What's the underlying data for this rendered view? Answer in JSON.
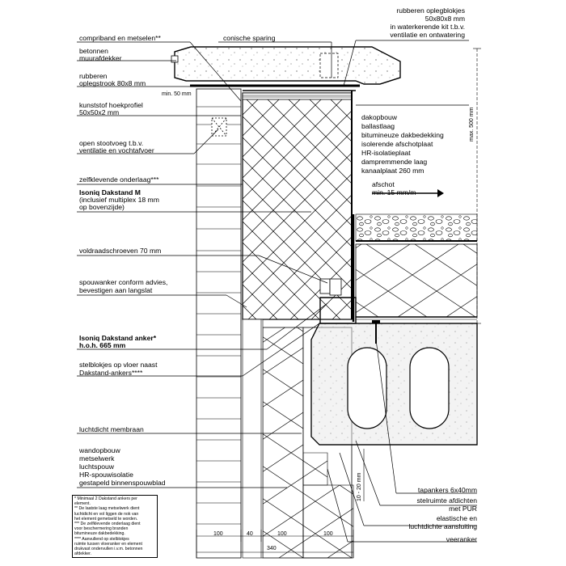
{
  "labels_left": {
    "compriband": "compriband en metselen**",
    "betonnen_1": "betonnen",
    "betonnen_2": "muurafdekker",
    "rubberen_1": "rubberen",
    "rubberen_2": "oplegstrook 80x8 mm",
    "kunststof_1": "kunststof hoekprofiel",
    "kunststof_2": "50x50x2 mm",
    "open_1": "open stootvoeg t.b.v.",
    "open_2": "ventilatie en vochtafvoer",
    "zelfklevend": "zelfklevende onderlaag***",
    "isoniq_m_1": "Isoniq Dakstand M",
    "isoniq_m_2": "(inclusief multiplex 18 mm",
    "isoniq_m_3": "op bovenzijde)",
    "voldraad": "voldraadschroeven 70 mm",
    "spouw_1": "spouwanker conform advies,",
    "spouw_2": "bevestigen aan langslat",
    "anker_1": "Isoniq Dakstand anker*",
    "anker_2": "h.o.h. 665 mm",
    "stel_1": "stelblokjes op vloer naast",
    "stel_2": "Dakstand-ankers****",
    "luchtdicht": "luchtdicht membraan",
    "wand_1": "wandopbouw",
    "wand_2": "metselwerk",
    "wand_3": "luchtspouw",
    "wand_4": "HR-spouwisolatie",
    "wand_5": "gestapeld binnenspouwblad"
  },
  "labels_top": {
    "conisch": "conische sparing",
    "rub_1": "rubberen oplegblokjes",
    "rub_2": "50x80x8 mm",
    "rub_3": "in waterkerende kit t.b.v.",
    "rub_4": "ventilatie en ontwatering"
  },
  "labels_right": {
    "dak_1": "dakopbouw",
    "dak_2": "ballastlaag",
    "dak_3": "bitumineuze dakbedekking",
    "dak_4": "isolerende afschotplaat",
    "dak_5": "HR-isolatieplaat",
    "dak_6": "dampremmende laag",
    "dak_7": "kanaalplaat 260 mm",
    "afschot_1": "afschot",
    "afschot_2": "min. 15 mm/m",
    "tapankers": "tapankers 6x40mm",
    "stelr_1": "stelruimte afdichten",
    "stelr_2": "met PUR",
    "elast_1": "elastische en",
    "elast_2": "luchtdichte aansluiting",
    "veeranker": "veeranker"
  },
  "dims": {
    "min50": "min. 50 mm",
    "max500": "max. 500 mm",
    "d1020": "10 - 20 mm",
    "d100a": "100",
    "d40": "40",
    "d100b": "100",
    "d100c": "100",
    "d340": "340"
  },
  "notes": {
    "n1": "* Minimaal 2 Dakstand ankers per",
    "n2": "element.",
    "n3": "** De laatste laag metselwerk dient",
    "n4": "luchtdicht en vol liggen de nok van",
    "n5": "het element gemetseld te worden.",
    "n6": "*** De zelfklevende onderlaag dient",
    "n7": "voor beschermering branden",
    "n8": "bitumineuze dakbedekking.",
    "n9": "**** Aanvullend op stelblokjes",
    "n10": "ruimte tussen vloeranker en element",
    "n11": "drukvast ondervullen i.v.m. betonnen",
    "n12": "afdekker."
  }
}
